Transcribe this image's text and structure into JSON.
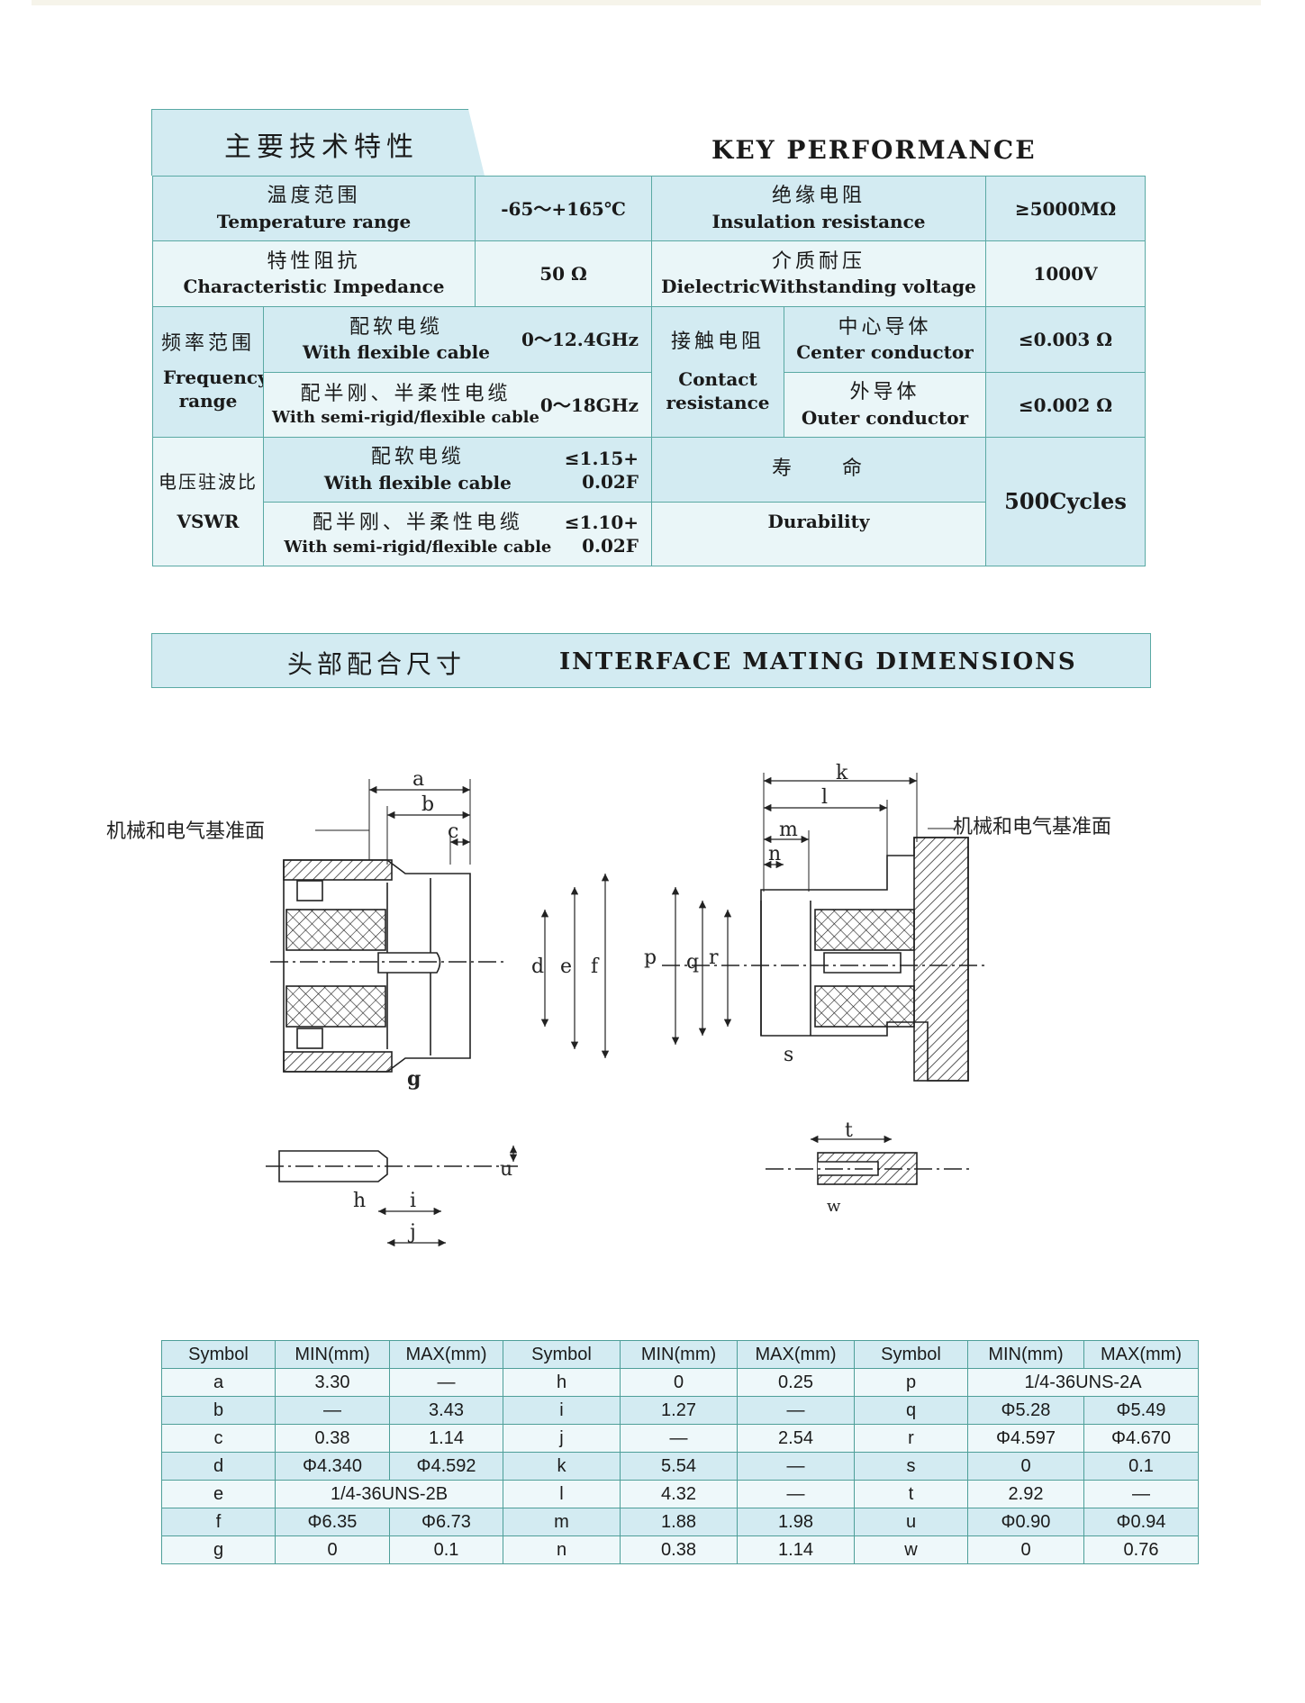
{
  "key_performance": {
    "title_cn": "主要技术特性",
    "title_en": "KEY PERFORMANCE",
    "temperature": {
      "cn": "温度范围",
      "en": "Temperature range",
      "value": "-65～+165℃"
    },
    "insulation": {
      "cn": "绝缘电阻",
      "en": "Insulation resistance",
      "value": "≥5000MΩ"
    },
    "impedance": {
      "cn": "特性阻抗",
      "en": "Characteristic Impedance",
      "value": "50 Ω"
    },
    "dielectric": {
      "cn": "介质耐压",
      "en": "DielectricWithstanding voltage",
      "value": "1000V"
    },
    "frequency": {
      "cn": "频率范围",
      "en": "Frequency range",
      "flex": {
        "cn": "配软电缆",
        "en": "With flexible cable",
        "value": "0～12.4GHz"
      },
      "semi": {
        "cn": "配半刚、半柔性电缆",
        "en": "With semi-rigid/flexible cable",
        "value": "0～18GHz"
      }
    },
    "contact": {
      "cn": "接触电阻",
      "en": "Contact resistance",
      "center": {
        "cn": "中心导体",
        "en": "Center conductor",
        "value": "≤0.003 Ω"
      },
      "outer": {
        "cn": "外导体",
        "en": "Outer conductor",
        "value": "≤0.002 Ω"
      }
    },
    "vswr": {
      "cn": "电压驻波比",
      "en": "VSWR",
      "flex": {
        "cn": "配软电缆",
        "en": "With flexible cable",
        "value1": "≤1.15+",
        "value2": "0.02F"
      },
      "semi": {
        "cn": "配半刚、半柔性电缆",
        "en": "With semi-rigid/flexible cable",
        "value1": "≤1.10+",
        "value2": "0.02F"
      }
    },
    "durability": {
      "cn": "寿　　命",
      "en": "Durability",
      "value": "500Cycles"
    }
  },
  "interface": {
    "title_cn": "头部配合尺寸",
    "title_en": "INTERFACE MATING DIMENSIONS",
    "reference_plane": "机械和电气基准面",
    "labels": {
      "a": "a",
      "b": "b",
      "c": "c",
      "d": "d",
      "e": "e",
      "f": "f",
      "g": "g",
      "h": "h",
      "i": "i",
      "j": "j",
      "k": "k",
      "l": "l",
      "m": "m",
      "n": "n",
      "p": "p",
      "q": "q",
      "r": "r",
      "s": "s",
      "t": "t",
      "u": "u",
      "w": "w"
    }
  },
  "dimensions": {
    "headers": [
      "Symbol",
      "MIN(mm)",
      "MAX(mm)",
      "Symbol",
      "MIN(mm)",
      "MAX(mm)",
      "Symbol",
      "MIN(mm)",
      "MAX(mm)"
    ],
    "rows": [
      [
        "a",
        "3.30",
        "—",
        "h",
        "0",
        "0.25",
        "p",
        "1/4-36UNS-2A"
      ],
      [
        "b",
        "—",
        "3.43",
        "i",
        "1.27",
        "—",
        "q",
        "Φ5.28",
        "Φ5.49"
      ],
      [
        "c",
        "0.38",
        "1.14",
        "j",
        "—",
        "2.54",
        "r",
        "Φ4.597",
        "Φ4.670"
      ],
      [
        "d",
        "Φ4.340",
        "Φ4.592",
        "k",
        "5.54",
        "—",
        "s",
        "0",
        "0.1"
      ],
      [
        "e",
        "1/4-36UNS-2B",
        "l",
        "4.32",
        "—",
        "t",
        "2.92",
        "—"
      ],
      [
        "f",
        "Φ6.35",
        "Φ6.73",
        "m",
        "1.88",
        "1.98",
        "u",
        "Φ0.90",
        "Φ0.94"
      ],
      [
        "g",
        "0",
        "0.1",
        "n",
        "0.38",
        "1.14",
        "w",
        "0",
        "0.76"
      ]
    ]
  }
}
